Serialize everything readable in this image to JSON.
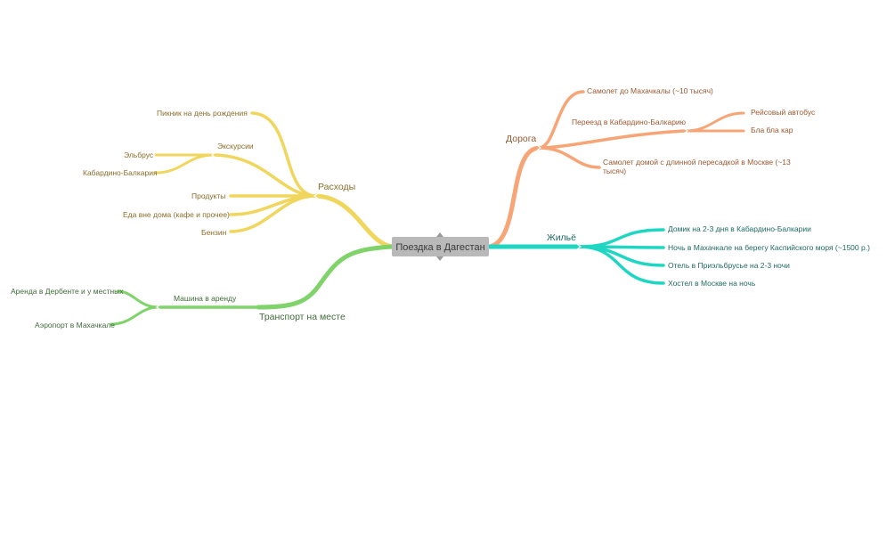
{
  "root": {
    "label": "Поездка в Дагестан",
    "color": "#b9b9b9"
  },
  "branches": {
    "expenses": {
      "label": "Расходы",
      "color": "#f0d65c",
      "items": {
        "picnic": "Пикник на день рождения",
        "excursions": "Экскурсии",
        "elbrus": "Эльбрус",
        "kabardino": "Кабардино-Балкария",
        "food": "Продукты",
        "eating_out": "Еда вне дома (кафе и прочее)",
        "fuel": "Бензин"
      }
    },
    "transport": {
      "label": "Транспорт на месте",
      "color": "#7fd36a",
      "items": {
        "car_rent": "Машина в аренду",
        "rent_derbent": "Аренда в Дербенте и у местных",
        "airport": "Аэропорт в Махачкале"
      }
    },
    "road": {
      "label": "Дорога",
      "color": "#f7a577",
      "items": {
        "plane_to": "Самолет до Махачкалы (~10 тысяч)",
        "transfer": "Переезд в Кабардино-Балкарию",
        "bus": "Рейсовый автобус",
        "blablacar": "Бла бла кар",
        "plane_home_1": "Самолет домой с длинной пересадкой в Москве (~13",
        "plane_home_2": "тысяч)"
      }
    },
    "housing": {
      "label": "Жильё",
      "color": "#1fd6c2",
      "items": {
        "house": "Домик на 2-3 дня в Кабардино-Балкарии",
        "night_caspian": "Ночь в Махачкале на берегу Каспийского моря (~1500 р.)",
        "hotel": "Отель в Приэльбрусье на 2-3 ночи",
        "hostel": "Хостел в Москве на ночь"
      }
    }
  }
}
